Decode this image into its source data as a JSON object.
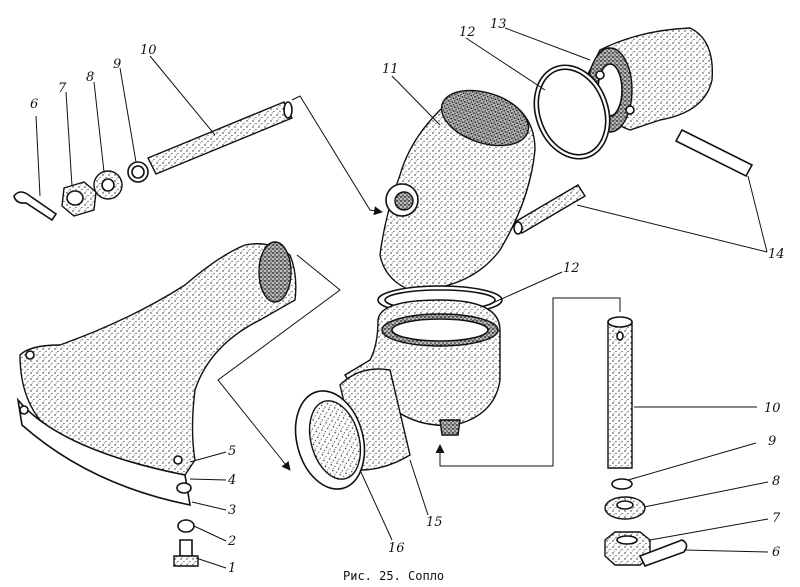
{
  "figure": {
    "caption": "Рис. 25. Сопло"
  },
  "callouts": [
    {
      "id": "c6a",
      "text": "6"
    },
    {
      "id": "c7a",
      "text": "7"
    },
    {
      "id": "c8a",
      "text": "8"
    },
    {
      "id": "c9a",
      "text": "9"
    },
    {
      "id": "c10a",
      "text": "10"
    },
    {
      "id": "c11",
      "text": "11"
    },
    {
      "id": "c12a",
      "text": "12"
    },
    {
      "id": "c13",
      "text": "13"
    },
    {
      "id": "c14",
      "text": "14"
    },
    {
      "id": "c12b",
      "text": "12"
    },
    {
      "id": "c10b",
      "text": "10"
    },
    {
      "id": "c9b",
      "text": "9"
    },
    {
      "id": "c8b",
      "text": "8"
    },
    {
      "id": "c7b",
      "text": "7"
    },
    {
      "id": "c6b",
      "text": "6"
    },
    {
      "id": "c5",
      "text": "5"
    },
    {
      "id": "c4",
      "text": "4"
    },
    {
      "id": "c3",
      "text": "3"
    },
    {
      "id": "c2",
      "text": "2"
    },
    {
      "id": "c1",
      "text": "1"
    },
    {
      "id": "c15",
      "text": "15"
    },
    {
      "id": "c16",
      "text": "16"
    }
  ]
}
